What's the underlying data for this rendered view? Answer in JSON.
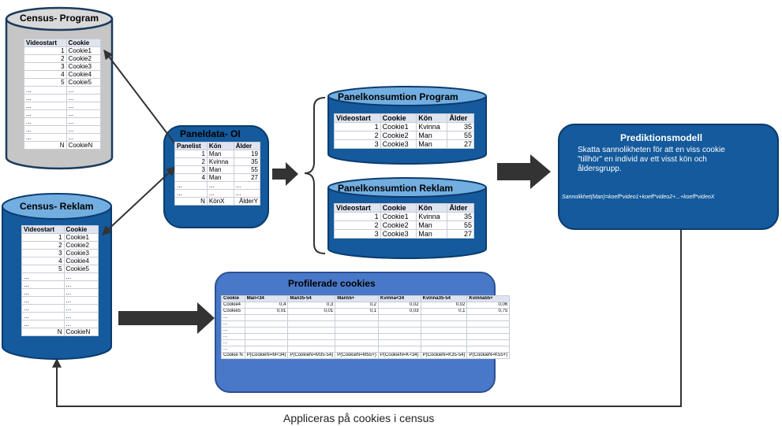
{
  "census_program": {
    "title": "Census- Program",
    "headers": [
      "Videostart",
      "Cookie"
    ],
    "rows": [
      [
        "1",
        "Cookie1"
      ],
      [
        "2",
        "Cookie2"
      ],
      [
        "3",
        "Cookie3"
      ],
      [
        "4",
        "Cookie4"
      ],
      [
        "5",
        "Cookie5"
      ],
      [
        "...",
        "..."
      ],
      [
        "...",
        "..."
      ],
      [
        "...",
        "..."
      ],
      [
        "...",
        "..."
      ],
      [
        "...",
        "..."
      ],
      [
        "...",
        "..."
      ],
      [
        "...",
        "..."
      ],
      [
        "N",
        "CookieN"
      ]
    ]
  },
  "census_reklam": {
    "title": "Census- Reklam",
    "headers": [
      "Videostart",
      "Cookie"
    ],
    "rows": [
      [
        "1",
        "Cookie1"
      ],
      [
        "2",
        "Cookie2"
      ],
      [
        "3",
        "Cookie3"
      ],
      [
        "4",
        "Cookie4"
      ],
      [
        "5",
        "Cookie5"
      ],
      [
        "...",
        "..."
      ],
      [
        "...",
        "..."
      ],
      [
        "...",
        "..."
      ],
      [
        "...",
        "..."
      ],
      [
        "...",
        "..."
      ],
      [
        "...",
        "..."
      ],
      [
        "...",
        "..."
      ],
      [
        "N",
        "CookieN"
      ]
    ]
  },
  "paneldata": {
    "title": "Paneldata-  OI",
    "headers": [
      "Panelist",
      "Kön",
      "Ålder"
    ],
    "rows": [
      [
        "1",
        "Man",
        "19"
      ],
      [
        "2",
        "Kvinna",
        "35"
      ],
      [
        "3",
        "Man",
        "55"
      ],
      [
        "4",
        "Man",
        "27"
      ],
      [
        "...",
        "...",
        "..."
      ],
      [
        "...",
        "...",
        "..."
      ],
      [
        "N",
        "KönX",
        "ÅlderY"
      ]
    ]
  },
  "panel_program": {
    "title": "Panelkonsumtion Program",
    "headers": [
      "Videostart",
      "Cookie",
      "Kön",
      "Ålder"
    ],
    "rows": [
      [
        "1",
        "Cookie1",
        "Kvinna",
        "35"
      ],
      [
        "2",
        "Cookie2",
        "Man",
        "55"
      ],
      [
        "3",
        "Cookie3",
        "Man",
        "27"
      ]
    ]
  },
  "panel_reklam": {
    "title": "Panelkonsumtion Reklam",
    "headers": [
      "Videostart",
      "Cookie",
      "Kön",
      "Ålder"
    ],
    "rows": [
      [
        "1",
        "Cookie1",
        "Kvinna",
        "35"
      ],
      [
        "2",
        "Cookie2",
        "Man",
        "55"
      ],
      [
        "3",
        "Cookie3",
        "Man",
        "27"
      ]
    ]
  },
  "profilerade": {
    "title": "Profilerade cookies",
    "headers": [
      "Cookie",
      "Man<34",
      "Man35-54",
      "Man55+",
      "Kvinna<34",
      "Kvinna35-54",
      "Kvinna55+"
    ],
    "rows": [
      [
        "Cookie4",
        "0,4",
        "0,3",
        "0,2",
        "0,02",
        "0,02",
        "0,06"
      ],
      [
        "Cookie5",
        "0,01",
        "0,01",
        "0,1",
        "0,03",
        "0,1",
        "0,75"
      ],
      [
        "...",
        "",
        "",
        "",
        "",
        "",
        ""
      ],
      [
        "...",
        "",
        "",
        "",
        "",
        "",
        ""
      ],
      [
        "...",
        "",
        "",
        "",
        "",
        "",
        ""
      ],
      [
        "...",
        "",
        "",
        "",
        "",
        "",
        ""
      ],
      [
        "...",
        "",
        "",
        "",
        "",
        "",
        ""
      ],
      [
        "...",
        "",
        "",
        "",
        "",
        "",
        ""
      ],
      [
        "Cookie N",
        "P(CookieN=M<34)",
        "P(CookieN=M35-54)",
        "P(CookieN=M55+)",
        "P(CookieN=K<34)",
        "P(CookieN=K35-54)",
        "P(CookieN=K55+)"
      ]
    ]
  },
  "prediktion": {
    "title": "Prediktionsmodell",
    "text": "Skatta sannolikheten för att en viss cookie \"tillhör\" en individ av ett visst kön och åldersgrupp.",
    "formula": "Sannolikhet(Man)=koeff*video1+koeff*video2+...+koeff*videoX"
  },
  "footer_label": "Appliceras på cookies i census",
  "colors": {
    "dark_blue": "#0f4c8c",
    "mid_blue": "#1a5fa5",
    "light_blue": "#6fa8d6",
    "royal_blue": "#4a78c8",
    "gray_cyl": "#c8c8c8",
    "arrow": "#333333"
  }
}
